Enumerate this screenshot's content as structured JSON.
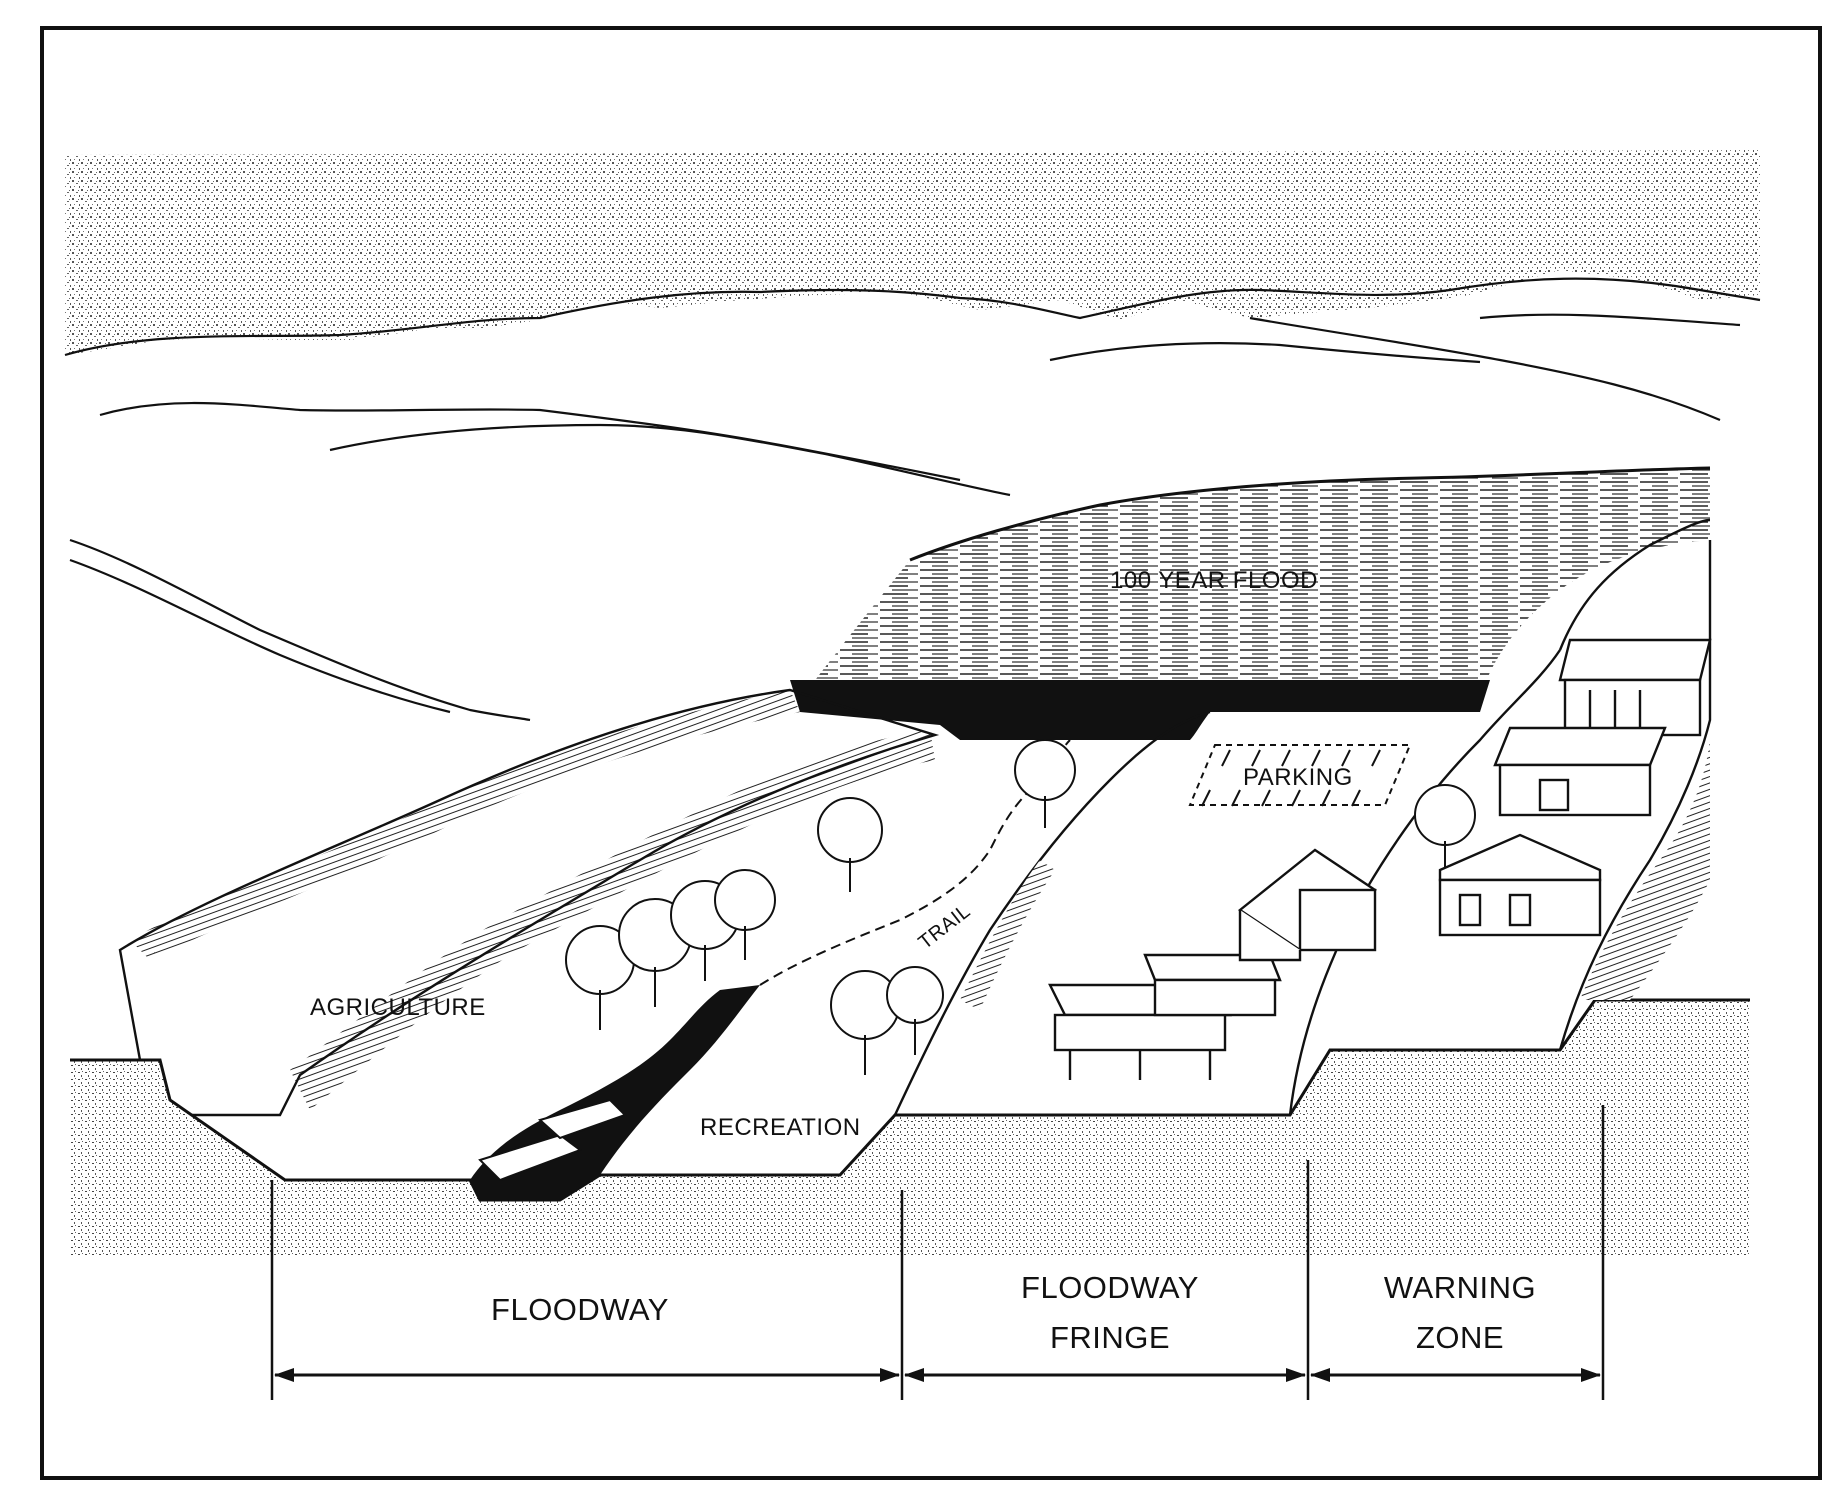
{
  "diagram": {
    "labels": {
      "flood_100": "100 YEAR FLOOD",
      "parking": "PARKING",
      "agriculture": "AGRICULTURE",
      "recreation": "RECREATION",
      "trail": "TRAIL"
    },
    "zones": {
      "floodway": "FLOODWAY",
      "floodway_fringe_line1": "FLOODWAY",
      "floodway_fringe_line2": "FRINGE",
      "warning_zone_line1": "WARNING",
      "warning_zone_line2": "ZONE"
    },
    "colors": {
      "ink": "#111111",
      "stipple": "#6a6a6a",
      "paper": "#ffffff"
    }
  }
}
